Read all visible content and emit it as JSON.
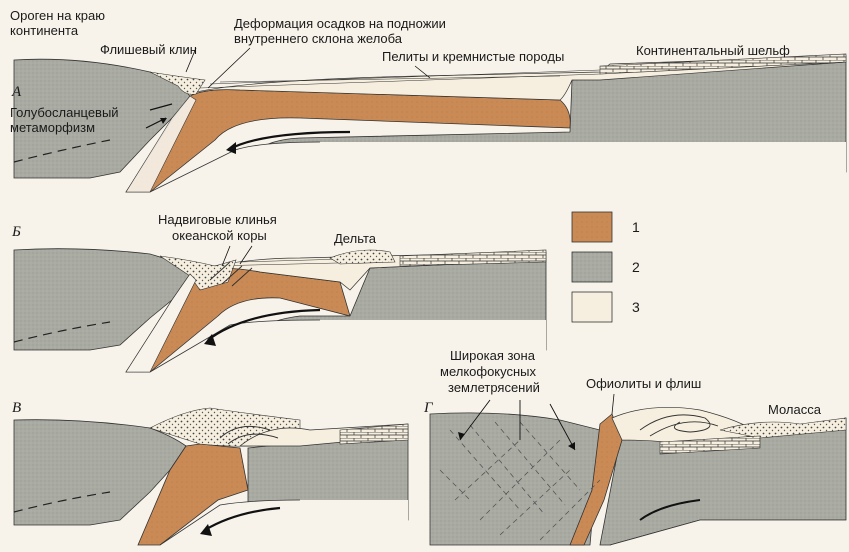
{
  "colors": {
    "oceanic_crust": "#c98a55",
    "continental_crust": "#a9aba3",
    "sediment": "#f6efdf",
    "ink": "#1a1a1a",
    "paper": "#f7f3ea"
  },
  "panels": [
    {
      "letter": "А",
      "labels": {
        "orogen": [
          "Ороген на краю",
          "континента"
        ],
        "flysch_wedge": "Флишевый клин",
        "deformation": [
          "Деформация  осадков на подножии",
          "внутреннего склона  желоба"
        ],
        "pelites": "Пелиты и кремнистые породы",
        "shelf": "Континентальный шельф",
        "blueschist": [
          "Голубосланцевый",
          "метаморфизм"
        ]
      }
    },
    {
      "letter": "Б",
      "labels": {
        "thrust_wedges": [
          "Надвиговые клинья",
          "океанской коры"
        ],
        "delta": "Дельта"
      }
    },
    {
      "letter": "В",
      "labels": {}
    },
    {
      "letter": "Г",
      "labels": {
        "seismic_zone": [
          "Широкая зона",
          "мелкофокусных",
          "землетрясений"
        ],
        "ophiolites": "Офиолиты и флиш",
        "molasse": "Моласса"
      }
    }
  ],
  "legend": [
    {
      "number": "1",
      "material": "oceanic_crust"
    },
    {
      "number": "2",
      "material": "continental_crust"
    },
    {
      "number": "3",
      "material": "sediment"
    }
  ]
}
